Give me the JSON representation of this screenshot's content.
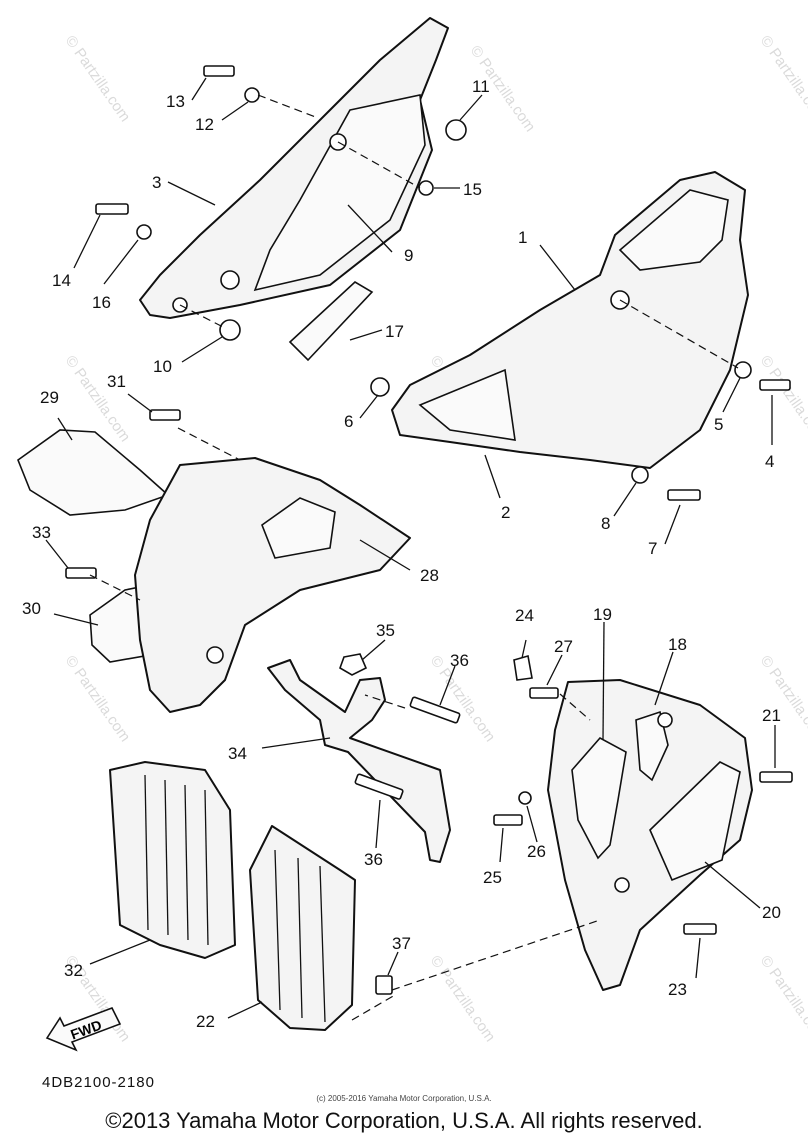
{
  "diagram": {
    "code": "4DB2100-2180",
    "fwd_label": "FWD",
    "small_copyright": "(c) 2005-2016 Yamaha Motor Corporation, U.S.A.",
    "copyright": "©2013 Yamaha Motor Corporation, U.S.A. All rights reserved.",
    "watermark": "© Partzilla.com",
    "callouts": [
      "1",
      "2",
      "3",
      "4",
      "5",
      "6",
      "7",
      "8",
      "9",
      "10",
      "11",
      "12",
      "13",
      "14",
      "15",
      "16",
      "17",
      "18",
      "19",
      "20",
      "21",
      "22",
      "23",
      "24",
      "25",
      "26",
      "27",
      "28",
      "29",
      "30",
      "31",
      "32",
      "33",
      "34",
      "35",
      "36",
      "36",
      "37"
    ]
  }
}
